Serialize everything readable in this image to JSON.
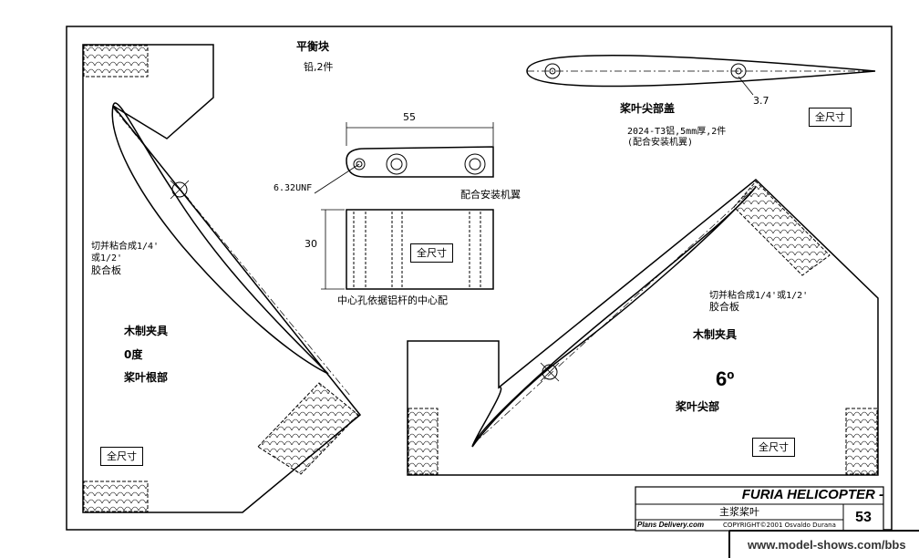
{
  "counterweight": {
    "title": "平衡块",
    "spec": "铅,2件",
    "width": "55",
    "height": "30",
    "thread": "6.32UNF",
    "fit_note": "配合安装机翼",
    "center_note": "中心孔依据铝杆的中心配",
    "scale": "全尺寸"
  },
  "tip_cap": {
    "title": "桨叶尖部盖",
    "spec_line1": "2024-T3铝,5mm厚,2件",
    "spec_line2": "(配合安装机翼)",
    "dimension": "3.7",
    "scale": "全尺寸"
  },
  "root_jig": {
    "cut_line1": "切并粘合成1/4'",
    "cut_line2": "或1/2'",
    "cut_line3": "胶合板",
    "title": "木制夹具",
    "angle": "0度",
    "part": "桨叶根部",
    "scale": "全尺寸"
  },
  "tip_jig": {
    "cut_line1": "切并粘合成1/4'或1/2'",
    "cut_line2": "胶合板",
    "title": "木制夹具",
    "angle": "6º",
    "part": "桨叶尖部",
    "scale": "全尺寸"
  },
  "title_block": {
    "title": "FURIA HELICOPTER -",
    "subtitle": "主浆桨叶",
    "site": "Plans Delivery.com",
    "copyright": "COPYRIGHT©2001 Osvaldo Durana",
    "page": "53"
  },
  "watermark": "www.model-shows.com/bbs"
}
